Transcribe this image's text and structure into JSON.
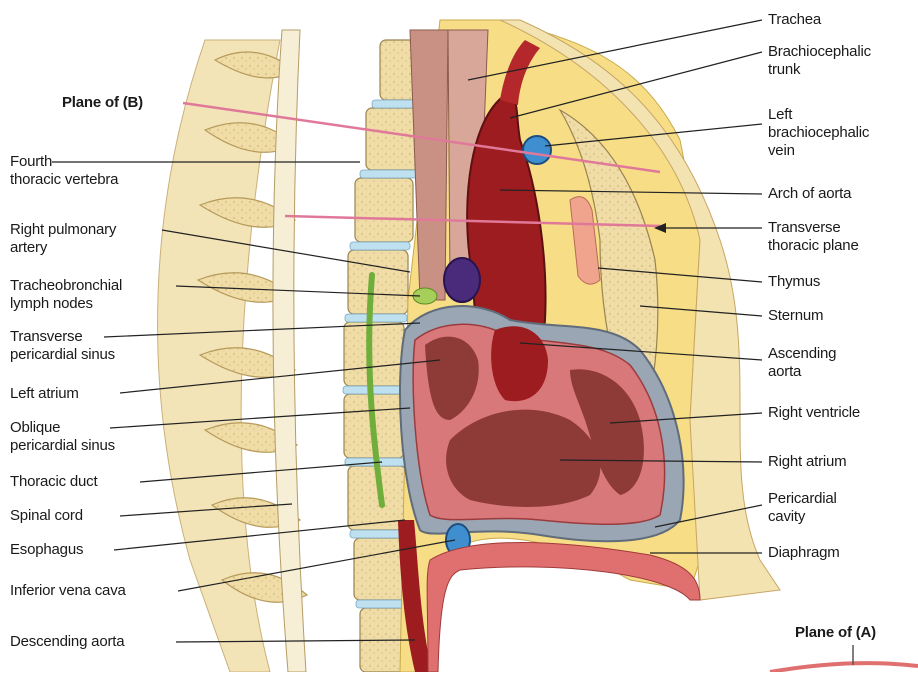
{
  "left_labels": [
    {
      "id": "plane-b",
      "text": "Plane of (B)"
    },
    {
      "id": "fourth-thoracic-vertebra",
      "text": "Fourth\nthoracic vertebra"
    },
    {
      "id": "right-pulmonary-artery",
      "text": "Right pulmonary\nartery"
    },
    {
      "id": "tracheobronchial-lymph-nodes",
      "text": "Tracheobronchial\nlymph nodes"
    },
    {
      "id": "transverse-pericardial-sinus",
      "text": "Transverse\npericardial sinus"
    },
    {
      "id": "left-atrium",
      "text": "Left atrium"
    },
    {
      "id": "oblique-pericardial-sinus",
      "text": "Oblique\npericardial sinus"
    },
    {
      "id": "thoracic-duct",
      "text": "Thoracic duct"
    },
    {
      "id": "spinal-cord",
      "text": "Spinal cord"
    },
    {
      "id": "esophagus",
      "text": "Esophagus"
    },
    {
      "id": "inferior-vena-cava",
      "text": "Inferior vena cava"
    },
    {
      "id": "descending-aorta",
      "text": "Descending aorta"
    }
  ],
  "right_labels": [
    {
      "id": "trachea",
      "text": "Trachea"
    },
    {
      "id": "brachiocephalic-trunk",
      "text": "Brachiocephalic\ntrunk"
    },
    {
      "id": "left-brachiocephalic-vein",
      "text": "Left\nbrachiocephalic\nvein"
    },
    {
      "id": "arch-of-aorta",
      "text": "Arch of aorta"
    },
    {
      "id": "transverse-thoracic-plane",
      "text": "Transverse\nthoracic plane"
    },
    {
      "id": "thymus",
      "text": "Thymus"
    },
    {
      "id": "sternum",
      "text": "Sternum"
    },
    {
      "id": "ascending-aorta",
      "text": "Ascending\naorta"
    },
    {
      "id": "right-ventricle",
      "text": "Right ventricle"
    },
    {
      "id": "right-atrium",
      "text": "Right atrium"
    },
    {
      "id": "pericardial-cavity",
      "text": "Pericardial\ncavity"
    },
    {
      "id": "diaphragm",
      "text": "Diaphragm"
    },
    {
      "id": "plane-a",
      "text": "Plane of (A)"
    }
  ],
  "colors": {
    "bone": "#efdca6",
    "fat": "#f6dd86",
    "aorta": "#9c1c1f",
    "heart_muscle": "#d9787a",
    "heart_chamber": "#8e3a36",
    "pericardium": "#9aa6b4",
    "vein_blue": "#3f8ed0",
    "artery_purple": "#4a2a7a",
    "plane_line": "#e0789a",
    "leader": "#222222"
  }
}
